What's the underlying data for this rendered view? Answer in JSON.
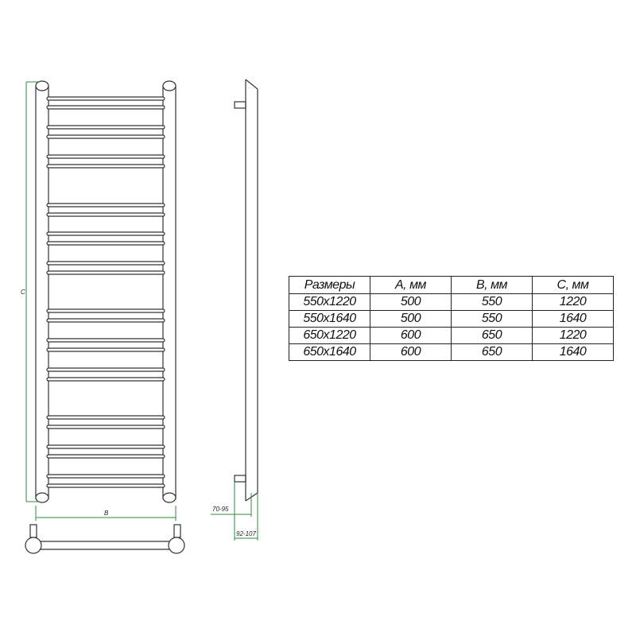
{
  "drawing": {
    "dim_height_label": "C",
    "dim_width_label": "B",
    "dim_depth_inner": "70-95",
    "dim_depth_outer": "92-107",
    "dim_color": "#2e8b3e",
    "line_color": "#333333"
  },
  "sizes_table": {
    "headers": [
      "Размеры",
      "A, мм",
      "B, мм",
      "C, мм"
    ],
    "rows": [
      [
        "550x1220",
        "500",
        "550",
        "1220"
      ],
      [
        "550x1640",
        "500",
        "550",
        "1640"
      ],
      [
        "650x1220",
        "600",
        "650",
        "1220"
      ],
      [
        "650x1640",
        "600",
        "650",
        "1640"
      ]
    ]
  }
}
